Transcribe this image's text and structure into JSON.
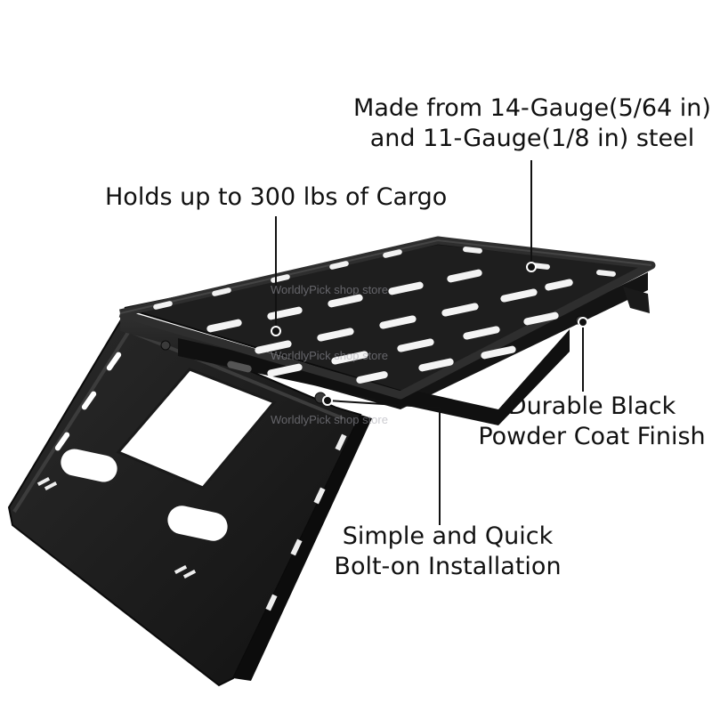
{
  "callouts": {
    "gauge": {
      "line1": "Made from 14-Gauge(5/64 in)",
      "line2": "and 11-Gauge(1/8 in) steel"
    },
    "cargo": {
      "line1": "Holds up to 300 lbs of Cargo"
    },
    "powder": {
      "line1": "Durable Black",
      "line2": "Powder Coat Finish"
    },
    "bolt": {
      "line1": "Simple and Quick",
      "line2": "Bolt-on Installation"
    }
  },
  "watermarks": [
    "WorldlyPick shop store",
    "WorldlyPick shop store",
    "WorldlyPick shop store"
  ],
  "colors": {
    "steel": "#1c1c1c",
    "steel_highlight": "#3a3a3a",
    "text": "#111111",
    "leader": "#111111"
  }
}
